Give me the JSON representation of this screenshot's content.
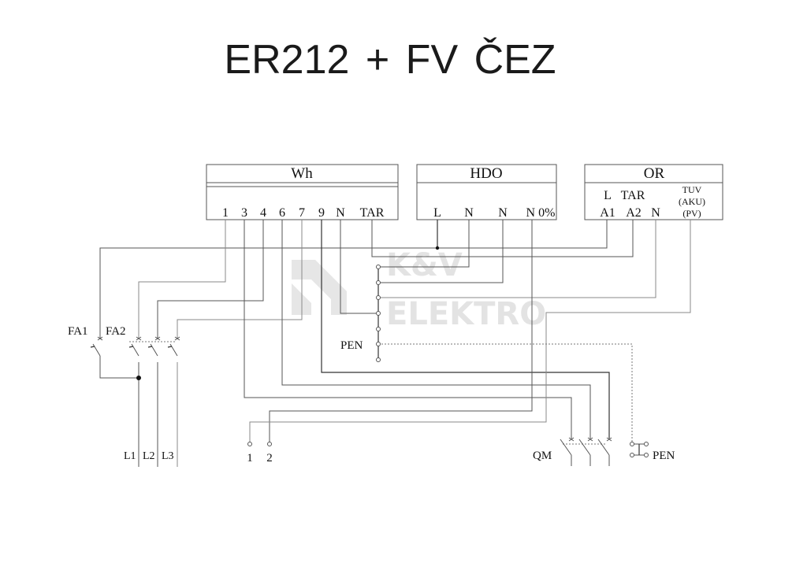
{
  "title": "ER212 + FV  ČEZ",
  "watermark": {
    "line1": "K&V",
    "line2": "ELEKTRO"
  },
  "blocks": {
    "wh": {
      "name": "Wh",
      "terminals": [
        "1",
        "3",
        "4",
        "6",
        "7",
        "9",
        "N",
        "TAR"
      ]
    },
    "hdo": {
      "name": "HDO",
      "terminals": [
        "L",
        "N",
        "N",
        "N 0%"
      ]
    },
    "or": {
      "name": "OR",
      "top_labels": [
        "L",
        "TAR"
      ],
      "terminals": [
        "A1",
        "A2",
        "N"
      ],
      "tuv_lines": [
        "TUV",
        "(AKU)",
        "(PV)"
      ]
    }
  },
  "breakers": {
    "fa1": "FA1",
    "fa2": "FA2"
  },
  "phases": [
    "L1",
    "L2",
    "L3"
  ],
  "outputs": [
    "1",
    "2"
  ],
  "pen_bus_label": "PEN",
  "qm_label": "QM",
  "pen_switch_label": "PEN",
  "colors": {
    "wire": "#555555",
    "text": "#111111",
    "watermark": "#e3e3e3"
  }
}
